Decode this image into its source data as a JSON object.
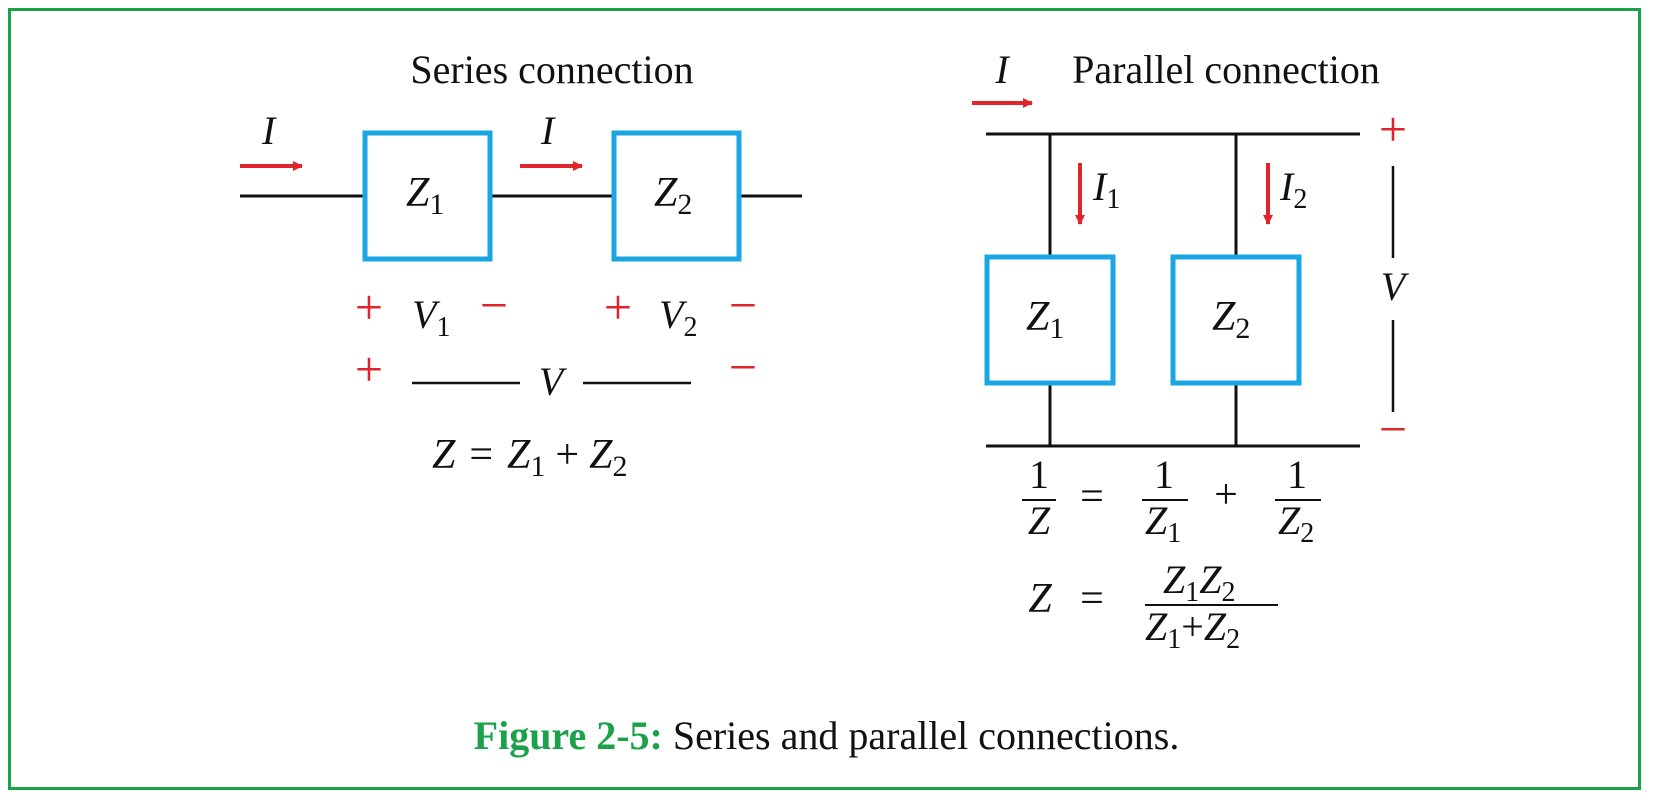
{
  "colors": {
    "wire": "#111111",
    "box": "#19a6e3",
    "accent": "#e0242b",
    "frame": "#1aa14a"
  },
  "series": {
    "title": "Series connection",
    "current_in": "I",
    "current_mid": "I",
    "z1": {
      "main": "Z",
      "sub": "1"
    },
    "z2": {
      "main": "Z",
      "sub": "2"
    },
    "v1": {
      "main": "V",
      "sub": "1"
    },
    "v2": {
      "main": "V",
      "sub": "2"
    },
    "v_total": "V",
    "plus": "+",
    "minus": "−",
    "equation": {
      "lhs": "Z",
      "eq": "=",
      "t1": "Z",
      "t1_sub": "1",
      "op": "+",
      "t2": "Z",
      "t2_sub": "2"
    }
  },
  "parallel": {
    "title": "Parallel connection",
    "current_in": "I",
    "i1": {
      "main": "I",
      "sub": "1"
    },
    "i2": {
      "main": "I",
      "sub": "2"
    },
    "z1": {
      "main": "Z",
      "sub": "1"
    },
    "z2": {
      "main": "Z",
      "sub": "2"
    },
    "v": "V",
    "plus": "+",
    "minus": "−",
    "eq1": {
      "num": "1",
      "den": "Z",
      "eq": "=",
      "t1_num": "1",
      "t1_den": "Z",
      "t1_sub": "1",
      "op": "+",
      "t2_num": "1",
      "t2_den": "Z",
      "t2_sub": "2"
    },
    "eq2": {
      "lhs": "Z",
      "eq": "=",
      "num_a": "Z",
      "num_a_sub": "1",
      "num_b": "Z",
      "num_b_sub": "2",
      "den_a": "Z",
      "den_a_sub": "1",
      "den_op": "+",
      "den_b": "Z",
      "den_b_sub": "2"
    }
  },
  "caption": {
    "label": "Figure 2-5:",
    "text": " Series and parallel connections."
  }
}
